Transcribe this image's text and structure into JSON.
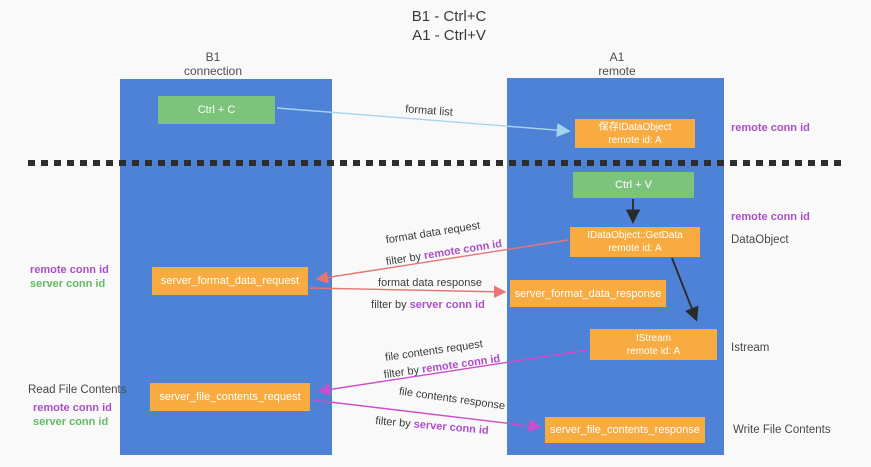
{
  "title": {
    "line1": "B1 - Ctrl+C",
    "line2": "A1 - Ctrl+V"
  },
  "lifelines": {
    "left": {
      "name": "B1",
      "subtitle": "connection"
    },
    "right": {
      "name": "A1",
      "subtitle": "remote"
    }
  },
  "nodes": {
    "ctrl_c": {
      "label": "Ctrl + C"
    },
    "ctrl_v": {
      "label": "Ctrl + V"
    },
    "save_dataobject": {
      "line1": "保存IDataObject",
      "line2": "remote id: A"
    },
    "getdata": {
      "line1": "IDataObject::GetData",
      "line2": "remote id: A"
    },
    "istream": {
      "line1": "IStream",
      "line2": "remote id: A"
    },
    "server_format_data_request": {
      "label": "server_format_data_request"
    },
    "server_format_data_response": {
      "label": "server_format_data_response"
    },
    "server_file_contents_request": {
      "label": "server_file_contents_request"
    },
    "server_file_contents_response": {
      "label": "server_file_contents_response"
    }
  },
  "messages": {
    "format_list": {
      "label": "format list"
    },
    "format_data_request": {
      "label": "format data request",
      "filter_prefix": "filter by ",
      "filter_key": "remote conn id"
    },
    "format_data_response": {
      "label": "format data response",
      "filter_prefix": "filter by ",
      "filter_key": "server conn id"
    },
    "file_contents_request": {
      "label": "file contents request",
      "filter_prefix": "filter by ",
      "filter_key": "remote conn id"
    },
    "file_contents_response": {
      "label": "file contents response",
      "filter_prefix": "filter by ",
      "filter_key": "server conn id"
    }
  },
  "annotations": {
    "right_remote_conn_top": "remote conn id",
    "right_remote_conn_mid": "remote conn id",
    "right_dataobject": "DataObject",
    "right_istream": "Istream",
    "right_write_file": "Write File Contents",
    "left_remote_conn_top": "remote conn id",
    "left_server_conn_top": "server conn id",
    "left_read_file": "Read File Contents",
    "left_remote_conn_bottom": "remote conn id",
    "left_server_conn_bottom": "server conn id"
  },
  "colors": {
    "lifeline_blue": "#4d82d6",
    "node_green": "#7cc47c",
    "node_orange": "#f7ab40",
    "arrow_lightblue": "#a5d5ee",
    "arrow_red": "#e87474",
    "arrow_magenta": "#cc4ecc",
    "arrow_black": "#2a2a2a",
    "label_purple": "#ab4fc8",
    "label_green": "#63bb66",
    "text_dark": "#3c3c3c"
  }
}
